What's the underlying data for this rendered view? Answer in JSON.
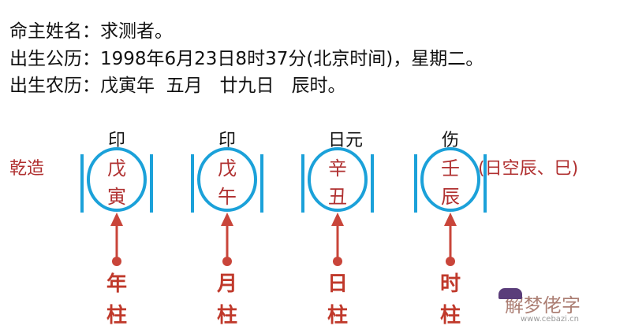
{
  "info": {
    "line1": "命主姓名：求测者。",
    "line2": "出生公历：1998年6月23日8时37分(北京时间)，星期二。",
    "line3": "出生农历：戊寅年  五月   廿九日   辰时。"
  },
  "gender_label": "乾造",
  "void_note": "(日空辰、巳)",
  "pillars": [
    {
      "ten_god": "印",
      "stem": "戊",
      "branch": "寅",
      "label1": "年",
      "label2": "柱"
    },
    {
      "ten_god": "印",
      "stem": "戊",
      "branch": "午",
      "label1": "月",
      "label2": "柱"
    },
    {
      "ten_god": "日元",
      "stem": "辛",
      "branch": "丑",
      "label1": "日",
      "label2": "柱"
    },
    {
      "ten_god": "伤",
      "stem": "壬",
      "branch": "辰",
      "label1": "时",
      "label2": "柱"
    }
  ],
  "watermark": {
    "text": "解梦佬字",
    "url": "www.cebazi.cn"
  },
  "colors": {
    "circle": "#1ba1d9",
    "arrow": "#c9453a",
    "text_red": "#b03030"
  }
}
